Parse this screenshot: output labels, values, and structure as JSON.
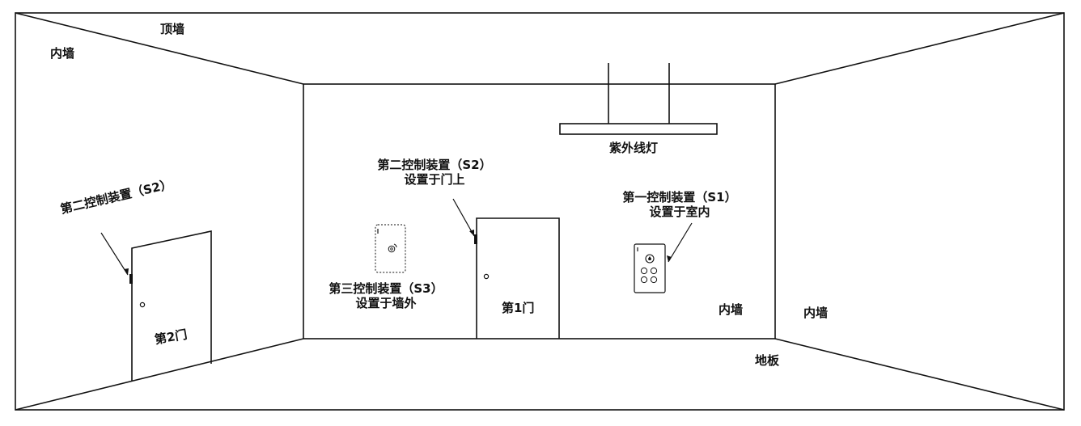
{
  "labels": {
    "ceiling": "顶墙",
    "inner_wall_top_left": "内墙",
    "inner_wall_back": "内墙",
    "inner_wall_right": "内墙",
    "floor": "地板",
    "uv_lamp": "紫外线灯",
    "door_1": "第1门",
    "door_2": "第2门",
    "s2_left": "第二控制装置（S2）",
    "s2_center_line1": "第二控制装置（S2）",
    "s2_center_line2": "设置于门上",
    "s1_line1": "第一控制装置（S1）",
    "s1_line2": "设置于室内",
    "s3_line1": "第三控制装置（S3）",
    "s3_line2": "设置于墙外"
  },
  "colors": {
    "line": "#111111",
    "background": "#ffffff"
  }
}
